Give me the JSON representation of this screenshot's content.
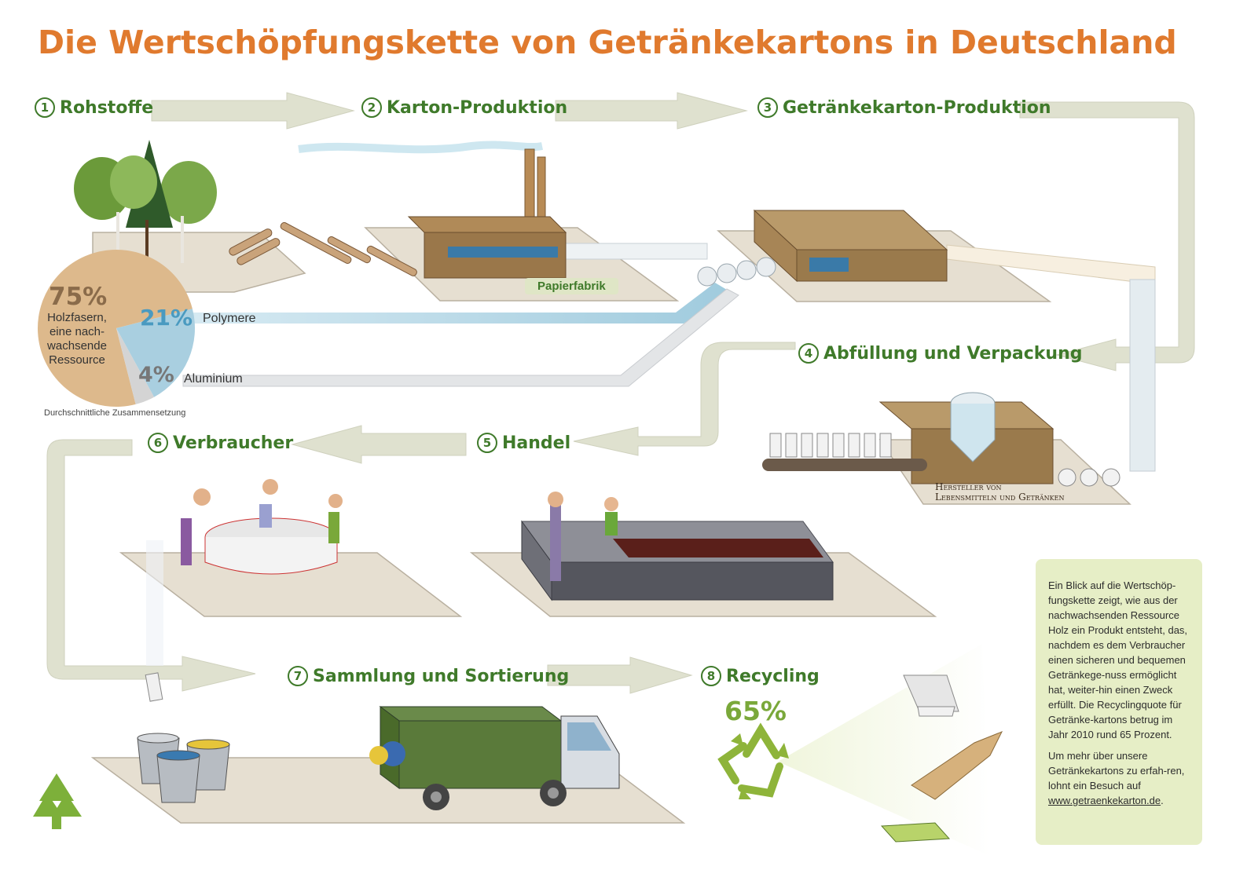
{
  "title": "Die Wertschöpfungskette von Getränkekartons in Deutschland",
  "stages": [
    {
      "num": "1",
      "label": "Rohstoffe"
    },
    {
      "num": "2",
      "label": "Karton-Produktion"
    },
    {
      "num": "3",
      "label": "Getränkekarton-Produktion"
    },
    {
      "num": "4",
      "label": "Abfüllung und Verpackung"
    },
    {
      "num": "5",
      "label": "Handel"
    },
    {
      "num": "6",
      "label": "Verbraucher"
    },
    {
      "num": "7",
      "label": "Sammlung und Sortierung"
    },
    {
      "num": "8",
      "label": "Recycling"
    }
  ],
  "composition": {
    "wood": {
      "percent": "75%",
      "label": "Holzfasern, eine nach-wachsende Ressource",
      "value": 75
    },
    "polymers": {
      "percent": "21%",
      "label": "Polymere",
      "value": 21
    },
    "aluminium": {
      "percent": "4%",
      "label": "Aluminium",
      "value": 4
    },
    "caption": "Durchschnittliche Zusammensetzung"
  },
  "labels": {
    "paper_mill": "Papierfabrik",
    "manufacturer_line1": "Hersteller von",
    "manufacturer_line2": "Lebensmitteln und Getränken"
  },
  "recycling_rate": "65%",
  "info": {
    "paragraph1": "Ein Blick auf die Wertschöp-fungskette zeigt, wie aus der nachwachsenden Ressource Holz ein Produkt entsteht, das, nachdem es dem Verbraucher einen sicheren und bequemen Getränkege-nuss ermöglicht hat, weiter-hin einen Zweck erfüllt. Die Recyclingquote für Getränke-kartons betrug im Jahr 2010 rund 65 Prozent.",
    "paragraph2_text": "Um mehr über unsere Getränkekartons zu erfah-ren, lohnt ein Besuch auf",
    "link": "www.getraenkekarton.de",
    "link_suffix": "."
  },
  "colors": {
    "title": "#e07a2e",
    "stage_heading": "#3f7a2a",
    "wood_slice": "#ddb98c",
    "polymer_slice": "#a9cfe0",
    "aluminium_slice": "#d4d4d4",
    "arrow": "#dfe1cf",
    "platform": "#e6dfd1",
    "info_box": "#e6eec6",
    "recycle": "#8eb43a"
  },
  "icons": [
    "logo-tree-icon",
    "recycle-icon"
  ]
}
